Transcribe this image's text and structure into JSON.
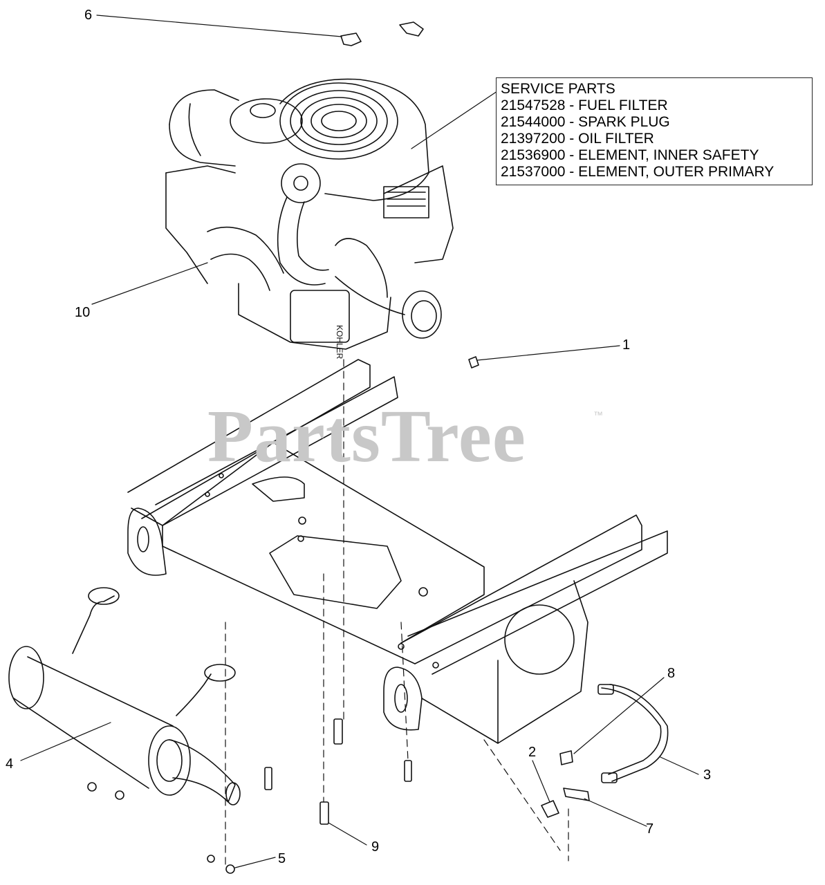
{
  "service_parts": {
    "title": "SERVICE PARTS",
    "items": [
      "21547528 - FUEL FILTER",
      "21544000 - SPARK PLUG",
      "21397200 - OIL FILTER",
      "21536900 - ELEMENT, INNER SAFETY",
      "21537000 - ELEMENT, OUTER PRIMARY"
    ]
  },
  "watermark": {
    "text": "PartsTree",
    "tm": "™"
  },
  "callouts": [
    "1",
    "2",
    "3",
    "4",
    "5",
    "6",
    "7",
    "8",
    "9",
    "10"
  ]
}
